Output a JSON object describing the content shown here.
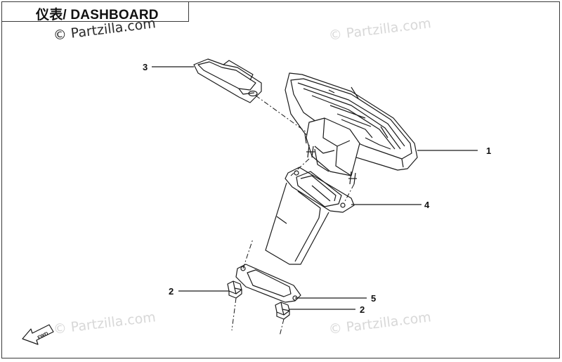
{
  "title": "仪表/ DASHBOARD",
  "watermarks": [
    "© Partzilla.com",
    "© Partzilla.com",
    "© Partzilla.com",
    "© Partzilla.com"
  ],
  "callouts": {
    "c1": "1",
    "c2a": "2",
    "c2b": "2",
    "c3": "3",
    "c4": "4",
    "c5": "5"
  },
  "fwd_label": "FWD",
  "colors": {
    "line": "#1a1a1a",
    "border": "#3a3a3a",
    "watermark": "#d8d8d8"
  }
}
